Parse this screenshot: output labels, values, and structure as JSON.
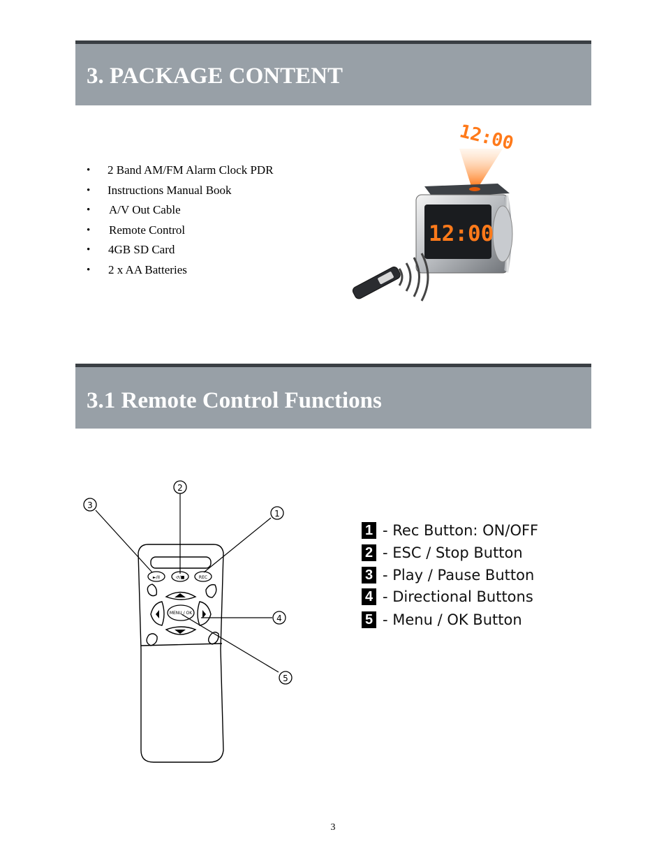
{
  "section1": {
    "title": "3. PACKAGE CONTENT",
    "items": [
      {
        "bullet": "•",
        "text": "2 Band AM/FM Alarm Clock PDR"
      },
      {
        "bullet": "•",
        "text": "Instructions Manual Book"
      },
      {
        "bullet": "•",
        "text": "A/V Out Cable"
      },
      {
        "bullet": "•",
        "text": "Remote Control"
      },
      {
        "bullet": "•",
        "text": "4GB SD Card"
      },
      {
        "bullet": "•",
        "text": "2 x AA Batteries"
      }
    ],
    "figure": {
      "projection_text": "12:00.",
      "display_text": "12:00.",
      "display_color": "#ff7a1a"
    }
  },
  "section2": {
    "title": "3.1 Remote Control Functions",
    "diagram": {
      "callouts": [
        "1",
        "2",
        "3",
        "4",
        "5"
      ],
      "button_labels": {
        "play_pause": "►/II",
        "esc_stop": "↺/■",
        "rec": "REC",
        "menu_ok": "MENU / OK"
      }
    },
    "legend": [
      {
        "num": "1",
        "label": "- Rec Button: ON/OFF"
      },
      {
        "num": "2",
        "label": "- ESC / Stop Button"
      },
      {
        "num": "3",
        "label": "- Play / Pause Button"
      },
      {
        "num": "4",
        "label": "- Directional Buttons"
      },
      {
        "num": "5",
        "label": "- Menu / OK Button"
      }
    ]
  },
  "footer": {
    "page_number": "3"
  },
  "colors": {
    "header_bar": "#98a0a7",
    "header_rule": "#3a3f44",
    "header_text": "#ffffff"
  }
}
